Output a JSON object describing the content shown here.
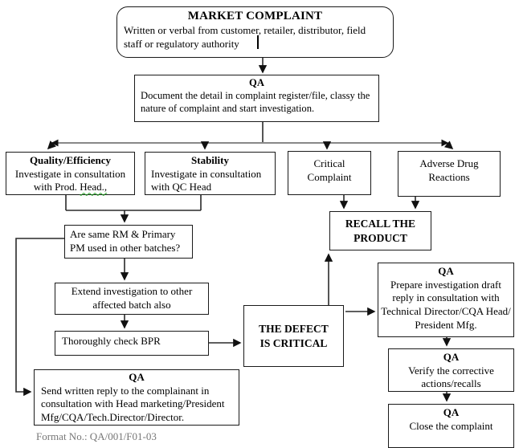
{
  "colors": {
    "box_border": "#1a1a1a",
    "connector_line": "#2a2a2a",
    "branch_line": "#606060",
    "spellcheck_underline": "#1fa11f"
  },
  "nodes": {
    "market_complaint": {
      "title": "MARKET COMPLAINT",
      "body": "Written or verbal from customer, retailer, distributor, field staff or regulatory authority"
    },
    "qa_document": {
      "title": "QA",
      "body": "Document the detail in complaint register/file, classy the nature of complaint and start investigation."
    },
    "quality_efficiency": {
      "title": "Quality/Efficiency",
      "line1": "Investigate in consultation",
      "line2_prefix": "with Prod. ",
      "line2_flagged_word": "Head.,"
    },
    "stability": {
      "title": "Stability",
      "body": "Investigate in consultation with QC Head"
    },
    "critical_complaint": {
      "label": "Critical Complaint"
    },
    "adverse_drug_reactions": {
      "label": "Adverse Drug Reactions"
    },
    "are_same_rm": {
      "label": "Are same RM & Primary PM used in other batches?"
    },
    "extend_investigation": {
      "label": "Extend investigation to other affected batch also"
    },
    "check_bpr": {
      "label": "Thoroughly check BPR"
    },
    "defect_critical": {
      "label": "THE DEFECT IS CRITICAL"
    },
    "recall_product": {
      "label": "RECALL THE PRODUCT"
    },
    "qa_prepare": {
      "title": "QA",
      "body": "Prepare investigation draft reply in consultation with Technical Director/CQA Head/ President Mfg."
    },
    "qa_verify": {
      "title": "QA",
      "body": "Verify the corrective actions/recalls"
    },
    "qa_close": {
      "title": "QA",
      "body": "Close the complaint"
    },
    "qa_send_reply": {
      "title": "QA",
      "body": "Send written reply to the complainant in consultation with Head marketing/President Mfg/CQA/Tech.Director/Director."
    }
  },
  "footer": {
    "format_no": "Format No.: QA/001/F01-03"
  }
}
